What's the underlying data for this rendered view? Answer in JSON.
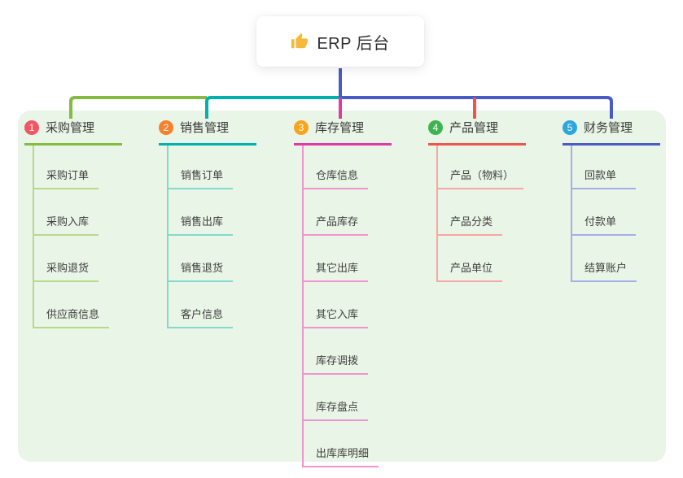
{
  "root": {
    "title": "ERP 后台",
    "icon": "thumbs-up"
  },
  "colors": {
    "panel_bg": "#e9f5e6",
    "root_trunk": "#4a5bc8",
    "branch_accents": [
      "#85bb40",
      "#00b2ad",
      "#e03aa7",
      "#f0544f",
      "#4a5bc8"
    ],
    "badge_colors": [
      "#f25662",
      "#f8802f",
      "#f5a61d",
      "#3eb450",
      "#2ba6df"
    ]
  },
  "branches": [
    {
      "badge": "1",
      "label": "采购管理",
      "children": [
        "采购订单",
        "采购入库",
        "采购退货",
        "供应商信息"
      ]
    },
    {
      "badge": "2",
      "label": "销售管理",
      "children": [
        "销售订单",
        "销售出库",
        "销售退货",
        "客户信息"
      ]
    },
    {
      "badge": "3",
      "label": "库存管理",
      "children": [
        "仓库信息",
        "产品库存",
        "其它出库",
        "其它入库",
        "库存调拨",
        "库存盘点",
        "出库库明细"
      ]
    },
    {
      "badge": "4",
      "label": "产品管理",
      "children": [
        "产品（物料）",
        "产品分类",
        "产品单位"
      ]
    },
    {
      "badge": "5",
      "label": "财务管理",
      "children": [
        "回款单",
        "付款单",
        "结算账户"
      ]
    }
  ]
}
